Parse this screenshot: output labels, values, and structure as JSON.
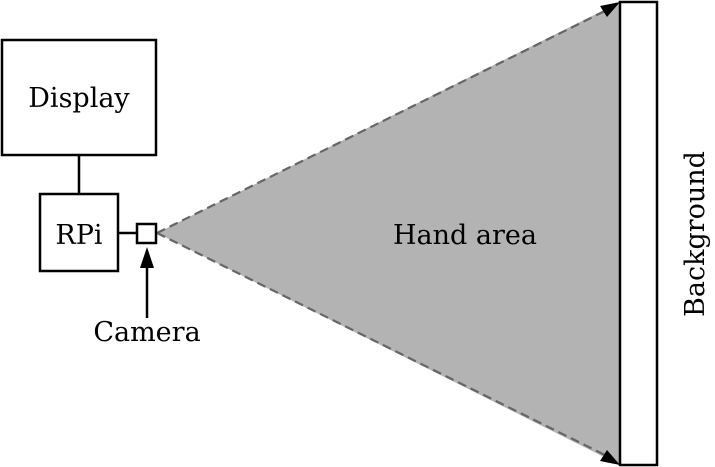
{
  "labels": {
    "display": "Display",
    "rpi": "RPi",
    "camera": "Camera",
    "hand_area": "Hand area",
    "background": "Background"
  },
  "colors": {
    "stroke": "#000000",
    "hand_area_fill": "#b3b3b3",
    "dashed_edge": "#666666",
    "box_fill": "#ffffff"
  }
}
